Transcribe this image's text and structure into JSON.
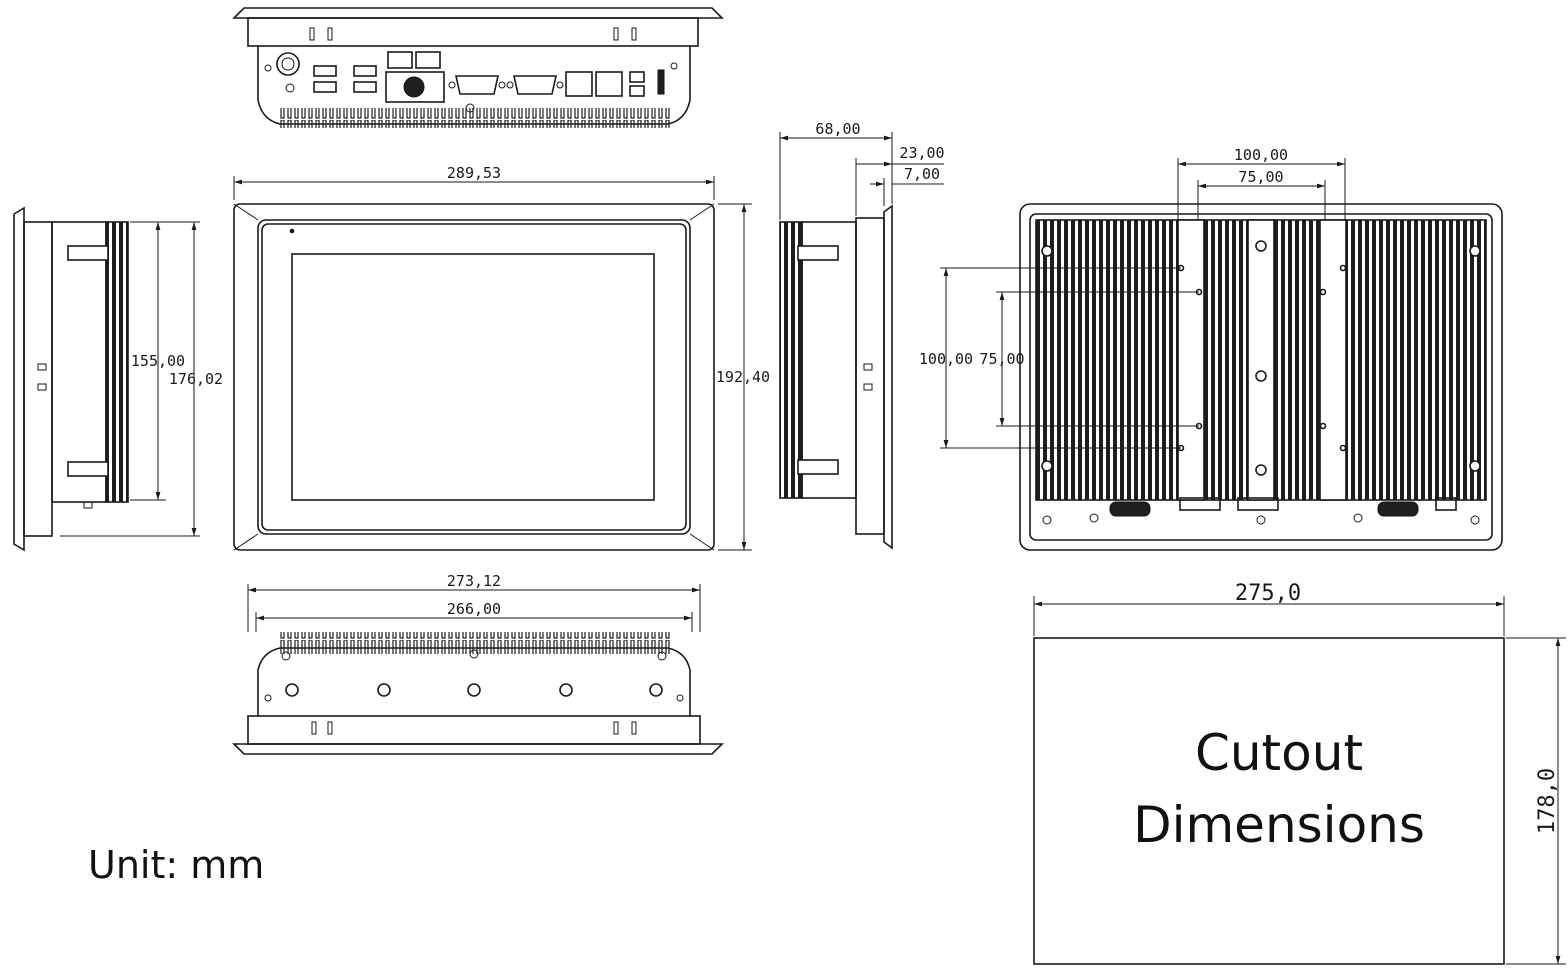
{
  "unit_label": "Unit: mm",
  "cutout": {
    "title_line1": "Cutout",
    "title_line2": "Dimensions",
    "width": "275,0",
    "height": "178,0"
  },
  "front_view": {
    "width": "289,53",
    "height": "192,40"
  },
  "bottom_view": {
    "outer_width": "273,12",
    "inner_width": "266,00"
  },
  "left_side_view": {
    "inner_height": "155,00",
    "outer_height": "176,02"
  },
  "right_side_view": {
    "depth": "68,00",
    "bezel_depth": "23,00",
    "front_depth": "7,00"
  },
  "rear_view": {
    "vesa_outer_h": "100,00",
    "vesa_inner_h": "75,00",
    "vesa_outer_v": "100,00",
    "vesa_inner_v": "75,00"
  }
}
